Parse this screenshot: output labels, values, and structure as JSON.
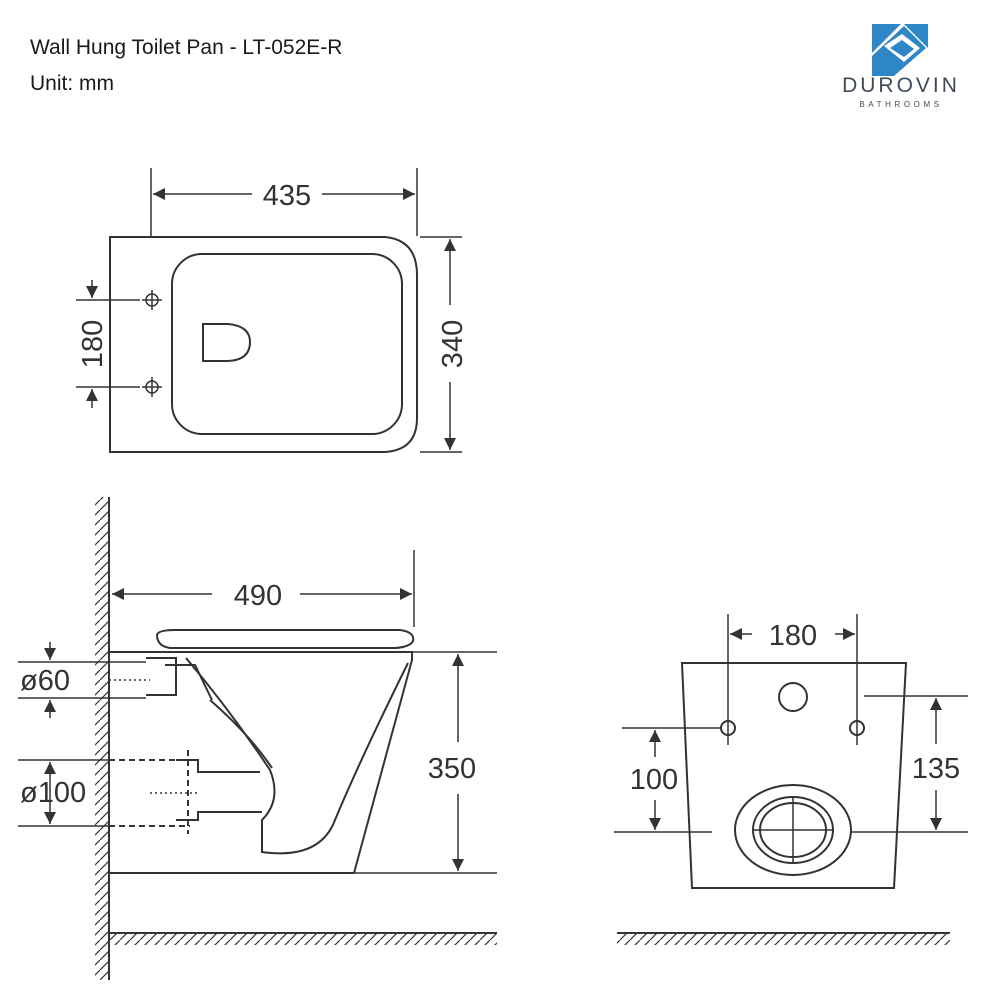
{
  "header": {
    "title": "Wall Hung Toilet Pan - LT-052E-R",
    "unit": "Unit: mm"
  },
  "logo": {
    "word": "DUROVIN",
    "sub": "BATHROOMS",
    "colors": {
      "blue": "#2f86c6",
      "dark": "#3d4a5a"
    }
  },
  "top_view": {
    "width": "435",
    "depth": "340",
    "fixing_spacing": "180"
  },
  "side_view": {
    "length": "490",
    "height": "350",
    "inlet_diameter": "ø60",
    "outlet_diameter": "ø100"
  },
  "back_view": {
    "fixing_spacing": "180",
    "outlet_height": "100",
    "fixing_height": "135"
  },
  "colors": {
    "line": "#333333",
    "background": "#ffffff"
  }
}
